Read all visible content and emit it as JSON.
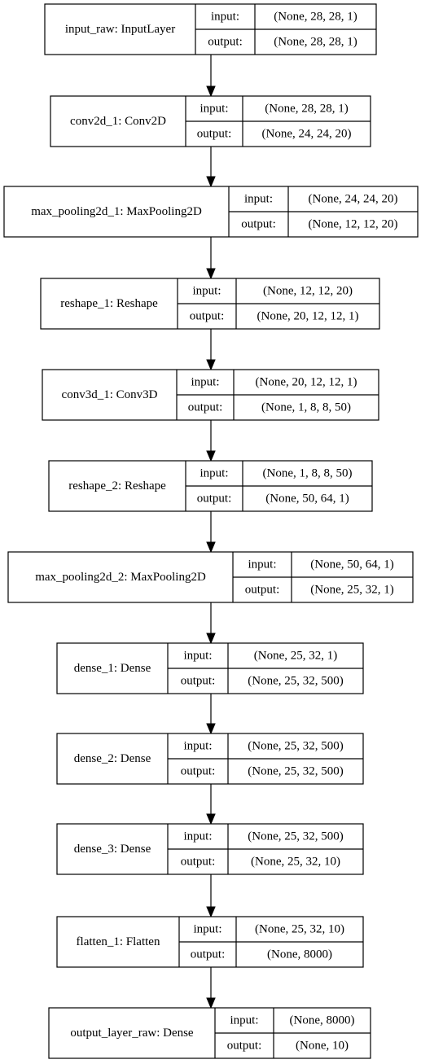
{
  "diagram": {
    "io_labels": {
      "input": "input:",
      "output": "output:"
    },
    "layers": [
      {
        "name": "input_raw: InputLayer",
        "input": "(None, 28, 28, 1)",
        "output": "(None, 28, 28, 1)"
      },
      {
        "name": "conv2d_1: Conv2D",
        "input": "(None, 28, 28, 1)",
        "output": "(None, 24, 24, 20)"
      },
      {
        "name": "max_pooling2d_1: MaxPooling2D",
        "input": "(None, 24, 24, 20)",
        "output": "(None, 12, 12, 20)"
      },
      {
        "name": "reshape_1: Reshape",
        "input": "(None, 12, 12, 20)",
        "output": "(None, 20, 12, 12, 1)"
      },
      {
        "name": "conv3d_1: Conv3D",
        "input": "(None, 20, 12, 12, 1)",
        "output": "(None, 1, 8, 8, 50)"
      },
      {
        "name": "reshape_2: Reshape",
        "input": "(None, 1, 8, 8, 50)",
        "output": "(None, 50, 64, 1)"
      },
      {
        "name": "max_pooling2d_2: MaxPooling2D",
        "input": "(None, 50, 64, 1)",
        "output": "(None, 25, 32, 1)"
      },
      {
        "name": "dense_1: Dense",
        "input": "(None, 25, 32, 1)",
        "output": "(None, 25, 32, 500)"
      },
      {
        "name": "dense_2: Dense",
        "input": "(None, 25, 32, 500)",
        "output": "(None, 25, 32, 500)"
      },
      {
        "name": "dense_3: Dense",
        "input": "(None, 25, 32, 500)",
        "output": "(None, 25, 32, 10)"
      },
      {
        "name": "flatten_1: Flatten",
        "input": "(None, 25, 32, 10)",
        "output": "(None, 8000)"
      },
      {
        "name": "output_layer_raw: Dense",
        "input": "(None, 8000)",
        "output": "(None, 10)"
      }
    ]
  }
}
